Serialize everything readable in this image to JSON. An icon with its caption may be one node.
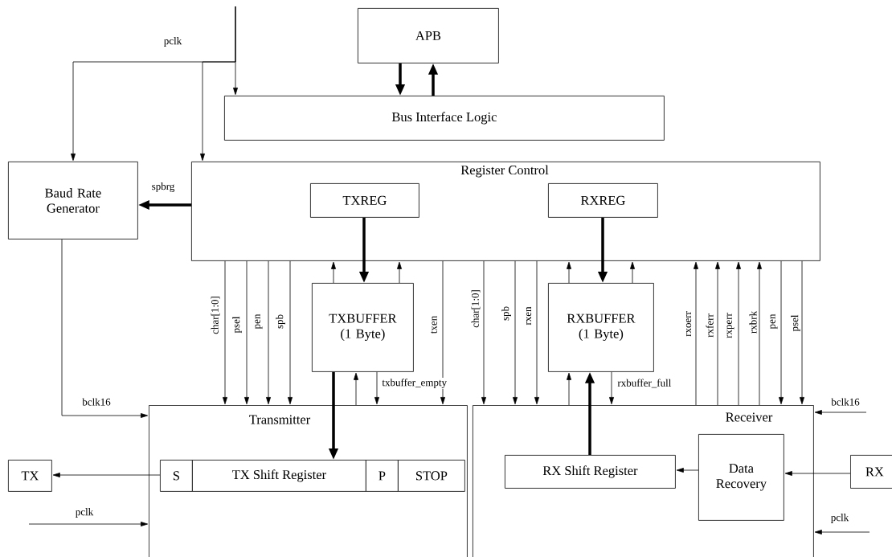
{
  "diagram": {
    "nodes": [
      {
        "text": [
          "APB"
        ]
      },
      {
        "text": [
          "Bus Interface Logic"
        ]
      },
      {
        "text": [
          "Register Control"
        ]
      },
      {
        "text": [
          "TXREG"
        ],
        "in": 2
      },
      {
        "text": [
          "RXREG"
        ],
        "in": 2
      },
      {
        "text": [
          "Baud Rate Generator"
        ]
      },
      {
        "text": [
          "TXBUFFER (1 Byte)"
        ]
      },
      {
        "text": [
          "RXBUFFER (1 Byte)"
        ]
      },
      {
        "text": [
          "Transmitter"
        ]
      },
      {
        "text": [
          "S"
        ],
        "in": 8
      },
      {
        "text": [
          "TX Shift Register"
        ],
        "in": 8
      },
      {
        "text": [
          "P"
        ],
        "in": 8
      },
      {
        "text": [
          "STOP"
        ],
        "in": 8
      },
      {
        "text": [
          "TX"
        ]
      },
      {
        "text": [
          "Receiver"
        ]
      },
      {
        "text": [
          "RX Shift Register"
        ],
        "in": 14
      },
      {
        "text": [
          "Data Recovery"
        ],
        "in": 14
      },
      {
        "text": [
          "RX"
        ]
      }
    ],
    "edges": [
      {
        "from": null,
        "to": 1,
        "arrow": "to"
      },
      {
        "from": null,
        "to": 5,
        "arrow": "to",
        "label": "pclk"
      },
      {
        "from": null,
        "to": 2,
        "arrow": "to"
      },
      {
        "from": 0,
        "to": 1,
        "arrow": "to",
        "style": "thick"
      },
      {
        "from": 1,
        "to": 0,
        "arrow": "to",
        "style": "thick"
      },
      {
        "from": 2,
        "to": 5,
        "arrow": "to",
        "style": "thick",
        "label": "spbrg"
      },
      {
        "from": 3,
        "to": 6,
        "arrow": "to",
        "style": "thick"
      },
      {
        "from": 4,
        "to": 7,
        "arrow": "to",
        "style": "thick"
      },
      {
        "from": 5,
        "to": 8,
        "arrow": "to",
        "label": "bclk16"
      },
      {
        "from": 2,
        "to": 8,
        "arrow": "to",
        "label": "char[1:0]"
      },
      {
        "from": 2,
        "to": 8,
        "arrow": "to",
        "label": "psel"
      },
      {
        "from": 2,
        "to": 8,
        "arrow": "to",
        "label": "pen"
      },
      {
        "from": 2,
        "to": 8,
        "arrow": "to",
        "label": "spb"
      },
      {
        "from": 6,
        "to": 2,
        "arrow": "to"
      },
      {
        "from": 6,
        "to": 2,
        "arrow": "to"
      },
      {
        "from": 2,
        "to": 8,
        "arrow": "to",
        "label": "txen"
      },
      {
        "from": 6,
        "to": 10,
        "arrow": "to",
        "style": "thick"
      },
      {
        "from": 8,
        "to": 6,
        "arrow": "to"
      },
      {
        "from": 6,
        "to": 8,
        "arrow": "to",
        "label": "txbuffer_empty"
      },
      {
        "from": 9,
        "to": 13,
        "arrow": "to"
      },
      {
        "from": null,
        "to": 8,
        "arrow": "to",
        "label": "pclk"
      },
      {
        "from": 2,
        "to": 14,
        "arrow": "to",
        "label": "char[1:0]"
      },
      {
        "from": 2,
        "to": 14,
        "arrow": "to",
        "label": "spb"
      },
      {
        "from": 2,
        "to": 14,
        "arrow": "to",
        "label": "rxen"
      },
      {
        "from": 7,
        "to": 2,
        "arrow": "to"
      },
      {
        "from": 7,
        "to": 2,
        "arrow": "to"
      },
      {
        "from": 15,
        "to": 7,
        "arrow": "to",
        "style": "thick"
      },
      {
        "from": 14,
        "to": 7,
        "arrow": "to"
      },
      {
        "from": 7,
        "to": 14,
        "arrow": "to",
        "label": "rxbuffer_full"
      },
      {
        "from": 14,
        "to": 2,
        "arrow": "to",
        "label": "rxoerr"
      },
      {
        "from": 14,
        "to": 2,
        "arrow": "to",
        "label": "rxferr"
      },
      {
        "from": 14,
        "to": 2,
        "arrow": "to",
        "label": "rxperr"
      },
      {
        "from": 14,
        "to": 2,
        "arrow": "to",
        "label": "rxbrk"
      },
      {
        "from": 2,
        "to": 14,
        "arrow": "to",
        "label": "pen"
      },
      {
        "from": 2,
        "to": 14,
        "arrow": "to",
        "label": "psel"
      },
      {
        "from": null,
        "to": 14,
        "arrow": "to",
        "label": "bclk16"
      },
      {
        "from": null,
        "to": 14,
        "arrow": "to",
        "label": "pclk"
      },
      {
        "from": 16,
        "to": 15,
        "arrow": "to"
      },
      {
        "from": 17,
        "to": 16,
        "arrow": "to"
      }
    ]
  }
}
